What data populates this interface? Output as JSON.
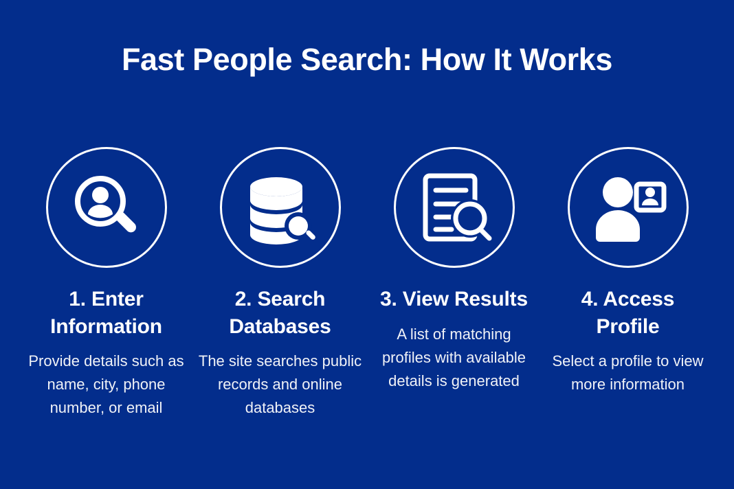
{
  "title": "Fast People Search: How It Works",
  "colors": {
    "background": "#032d8c",
    "text": "#ffffff",
    "description_text": "#f0f2f7",
    "circle_stroke": "#ffffff"
  },
  "steps": [
    {
      "number": "1",
      "icon": "person-search-icon",
      "title": "1. Enter Information",
      "description": "Provide details such as name, city, phone number, or email"
    },
    {
      "number": "2",
      "icon": "database-search-icon",
      "title": "2. Search Databases",
      "description": "The site searches public records and online databases"
    },
    {
      "number": "3",
      "icon": "document-search-icon",
      "title": "3. View Results",
      "description": "A list of matching profiles with available details is generated"
    },
    {
      "number": "4",
      "icon": "person-id-card-icon",
      "title": "4. Access Profile",
      "description": "Select a profile to view more information"
    }
  ]
}
